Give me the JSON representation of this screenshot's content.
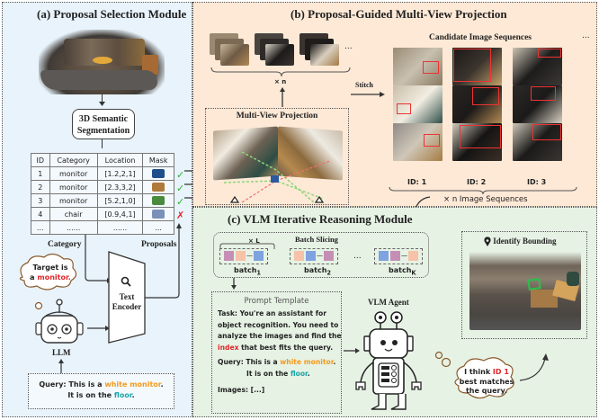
{
  "panel_a": {
    "title": "(a) Proposal Selection Module",
    "segmentation_box": {
      "line1": "3D Semantic",
      "line2": "Segmentation"
    },
    "table": {
      "headers": [
        "ID",
        "Category",
        "Location",
        "Mask"
      ],
      "rows": [
        {
          "id": "1",
          "category": "monitor",
          "location": "[1.2,2,1]",
          "mask_color": "#1f4e8c",
          "selected": true
        },
        {
          "id": "2",
          "category": "monitor",
          "location": "[2.3,3,2]",
          "mask_color": "#b07a3a",
          "selected": true
        },
        {
          "id": "3",
          "category": "monitor",
          "location": "[5.2,1,0]",
          "mask_color": "#4a8a3c",
          "selected": true
        },
        {
          "id": "4",
          "category": "chair",
          "location": "[0.9,4,1]",
          "mask_color": "#7a90b8",
          "selected": false
        },
        {
          "id": "...",
          "category": "......",
          "location": "......",
          "mask_color": "",
          "selected": null
        }
      ],
      "check_mark": "✓",
      "cross_mark": "✗"
    },
    "category_label": "Category",
    "proposals_label": "Proposals",
    "thought_bubble": {
      "prefix": "Target is",
      "prefix2": "a",
      "highlight": "monitor",
      "suffix": "."
    },
    "text_encoder": {
      "line1": "Text",
      "line2": "Encoder"
    },
    "llm_label": "LLM",
    "query": {
      "prefix": "Query: This is a",
      "highlight1": "white monitor",
      "mid": ".",
      "line2_prefix": "It is on the",
      "highlight2": "floor",
      "line2_suffix": "."
    }
  },
  "panel_b": {
    "title": "(b) Proposal-Guided Multi-View Projection",
    "ellipsis": "...",
    "times_n": "× n",
    "stitch_label": "Stitch",
    "multiview_title": "Multi-View Projection",
    "candidate_title": "Candidate Image Sequences",
    "candidates": [
      {
        "id_label": "ID: 1"
      },
      {
        "id_label": "ID: 2"
      },
      {
        "id_label": "ID: 3"
      }
    ],
    "seq_ellipsis": "...",
    "image_sequences_label": "× n Image Sequences"
  },
  "panel_c": {
    "title": "(c) VLM Iterative Reasoning Module",
    "batch_slicing_title": "Batch Slicing",
    "times_l": "× L",
    "batches": [
      {
        "label": "batch",
        "sub": "1",
        "squares": [
          "#c58fb5",
          "#f6c2a8",
          "#7fa3e0"
        ]
      },
      {
        "label": "batch",
        "sub": "2",
        "squares": [
          "#f6c2a8",
          "#7fa3e0",
          "#c58fb5"
        ]
      },
      {
        "label": "batch",
        "sub": "K",
        "squares": [
          "#7fa3e0",
          "#c58fb5",
          "#f6c2a8"
        ]
      }
    ],
    "batch_dash": "—",
    "batch_ellipsis": "...",
    "prompt": {
      "title": "Prompt Template",
      "task_lines": [
        "Task: You're an assistant for",
        "object recognition. You need to",
        "analyze the images and find the"
      ],
      "task_last_highlight": "index",
      "task_last_rest": " that best fits the query.",
      "query_prefix": "Query: This is a ",
      "query_highlight1": "white monitor",
      "query_mid": ".",
      "query_line2_prefix": "It is on the ",
      "query_highlight2": "floor",
      "query_line2_suffix": ".",
      "images_line": "Images: [...]"
    },
    "vlm_agent_label": "VLM Agent",
    "identify_title": "Identify Bounding",
    "answer_bubble": {
      "line1_prefix": "I think ",
      "line1_highlight": "ID 1",
      "line2": "best matches",
      "line3": "the query."
    }
  },
  "colors": {
    "panel_a_bg": "#e8f3fb",
    "panel_b_bg": "#fde9d6",
    "panel_c_bg": "#e6f2e4",
    "highlight_red": "#e0262a",
    "highlight_orange": "#f39a1c",
    "highlight_cyan": "#1aa5a8",
    "check_green": "#2db52d"
  }
}
